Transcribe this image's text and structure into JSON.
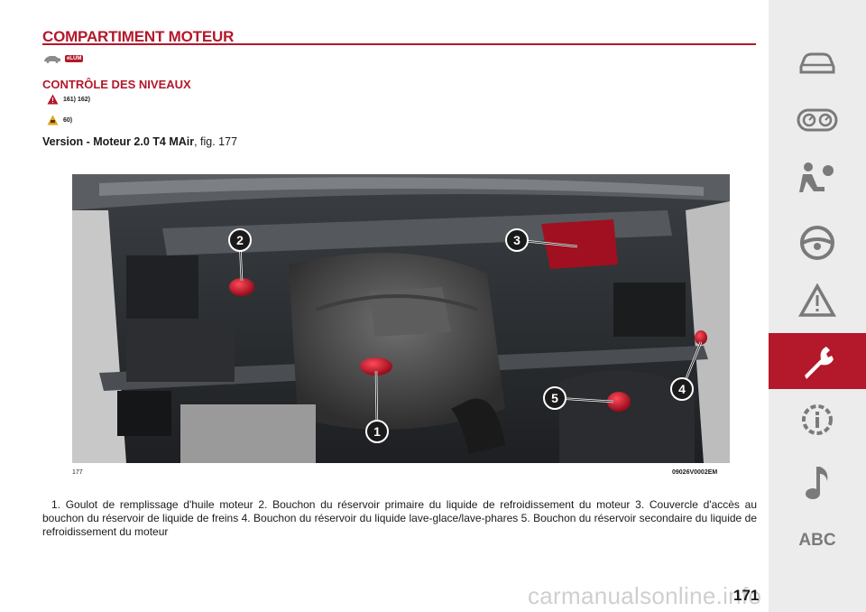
{
  "header": {
    "title": "COMPARTIMENT MOTEUR",
    "badge": "eLUM",
    "section_title": "CONTRÔLE DES NIVEAUX"
  },
  "warnings": {
    "danger_refs": "161) 162)",
    "caution_refs": "60)"
  },
  "version": {
    "bold": "Version - Moteur 2.0 T4 MAir",
    "rest": ", fig. 177"
  },
  "figure": {
    "number": "177",
    "code": "09026V0002EM",
    "markers": [
      "1",
      "2",
      "3",
      "4",
      "5"
    ]
  },
  "caption": {
    "text": "1. Goulot de remplissage d'huile moteur    2. Bouchon du réservoir primaire du liquide de refroidissement du moteur    3. Couvercle d'accès au bouchon du réservoir de liquide de freins    4. Bouchon du réservoir du liquide lave-glace/lave-phares    5. Bouchon du réservoir secondaire du liquide de refroidissement du moteur"
  },
  "sidebar": {
    "items": [
      {
        "icon": "car-icon"
      },
      {
        "icon": "dashboard-gauges-icon"
      },
      {
        "icon": "airbag-seat-icon"
      },
      {
        "icon": "steering-wheel-icon"
      },
      {
        "icon": "warning-triangle-icon"
      },
      {
        "icon": "wrench-icon",
        "active": true
      },
      {
        "icon": "gear-info-icon"
      },
      {
        "icon": "music-note-icon"
      },
      {
        "icon": "abc-index-icon",
        "label": "ABC"
      }
    ],
    "active_color": "#b3182b"
  },
  "page_number": "171",
  "watermark": "carmanualsonline.info",
  "colors": {
    "accent": "#b3182b"
  }
}
